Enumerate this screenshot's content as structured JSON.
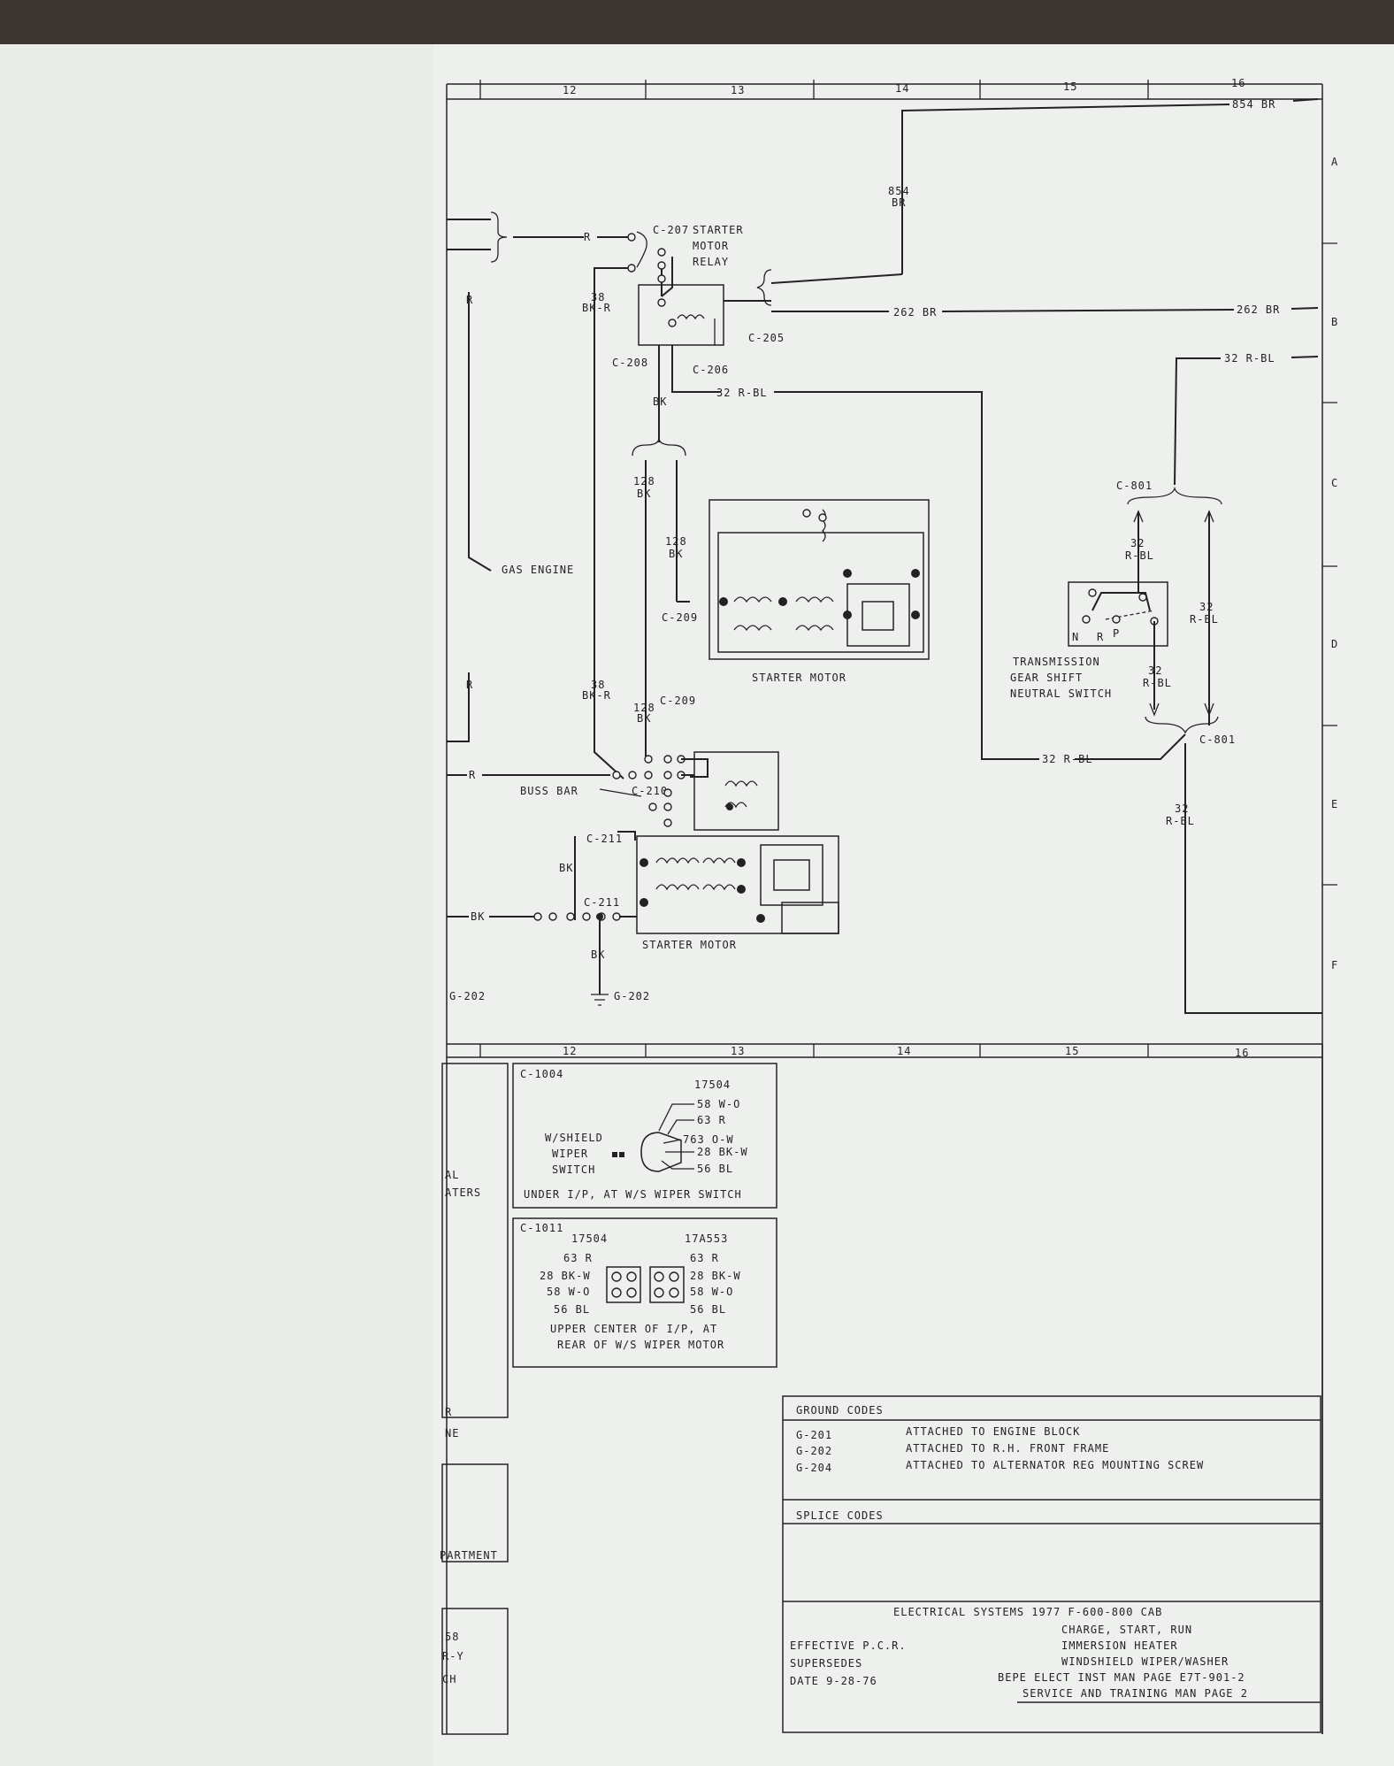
{
  "grid": {
    "top_columns": [
      "12",
      "13",
      "14",
      "15",
      "16"
    ],
    "rows": [
      "A",
      "B",
      "C",
      "D",
      "E",
      "F"
    ]
  },
  "wires": {
    "w854_top": "854 BR",
    "w854_v": "854",
    "w854_v2": "BR",
    "w262": "262 BR",
    "w262_right": "262 BR",
    "w32_right": "32 R-BL",
    "w32_mid": "32 R-BL",
    "w32_bottom": "32 R-BL",
    "w38a": "38",
    "w38a2": "BK-R",
    "w38b": "38",
    "w38b2": "BK-R",
    "w128a": "128",
    "w128a2": "BK",
    "w128b": "128",
    "w128b2": "BK",
    "w128c": "128",
    "w128c2": "BK",
    "bk1": "BK",
    "bk2": "BK",
    "bk3": "BK",
    "bk4": "BK",
    "r1": "R",
    "r2": "R",
    "r3": "R",
    "r4": "R",
    "w32a": "32",
    "w32a2": "R-BL",
    "w32b": "32",
    "w32b2": "R-BL",
    "w32c": "32",
    "w32c2": "R-BL",
    "w32d": "32",
    "w32d2": "R-BL"
  },
  "connectors": {
    "c207": "C-207",
    "c208": "C-208",
    "c206": "C-206",
    "c205": "C-205",
    "c209a": "C-209",
    "c209b": "C-209",
    "c210": "C-210",
    "c211a": "C-211",
    "c211b": "C-211",
    "c801a": "C-801",
    "c801b": "C-801",
    "g202a": "G-202",
    "g202b": "G-202"
  },
  "components": {
    "relay": [
      "STARTER",
      "MOTOR",
      "RELAY"
    ],
    "starter_motor_1": "STARTER MOTOR",
    "starter_motor_2": "STARTER MOTOR",
    "gas_engine": "GAS ENGINE",
    "buss_bar": "BUSS BAR",
    "transmission": [
      "TRANSMISSION",
      "GEAR SHIFT",
      "NEUTRAL SWITCH"
    ],
    "npr": [
      "N",
      "R",
      "P"
    ]
  },
  "connector_views": {
    "c1004": {
      "id": "C-1004",
      "part": "17504",
      "pins": [
        "58 W-O",
        "63 R",
        "763 O-W",
        "28 BK-W",
        "56 BL"
      ],
      "device": [
        "W/SHIELD",
        "WIPER",
        "SWITCH"
      ],
      "location": "UNDER I/P, AT W/S WIPER SWITCH"
    },
    "c1011": {
      "id": "C-1011",
      "part_left": "17504",
      "part_right": "17A553",
      "pins_left": [
        "63 R",
        "28 BK-W",
        "58 W-O",
        "56 BL"
      ],
      "pins_right": [
        "63 R",
        "28 BK-W",
        "58 W-O",
        "56 BL"
      ],
      "location": [
        "UPPER CENTER OF I/P, AT",
        "REAR OF W/S WIPER MOTOR"
      ]
    }
  },
  "left_fragments": [
    "AL",
    "ATERS",
    "R",
    "NE",
    "PARTMENT",
    "58",
    "R-Y",
    "CH",
    "G-202"
  ],
  "ground_codes": {
    "title": "GROUND CODES",
    "rows": [
      {
        "code": "G-201",
        "desc": "ATTACHED TO ENGINE BLOCK"
      },
      {
        "code": "G-202",
        "desc": "ATTACHED TO R.H. FRONT FRAME"
      },
      {
        "code": "G-204",
        "desc": "ATTACHED TO ALTERNATOR REG MOUNTING SCREW"
      }
    ]
  },
  "splice_codes": {
    "title": "SPLICE CODES"
  },
  "title_block": {
    "main": "ELECTRICAL SYSTEMS 1977 F-600-800 CAB",
    "lines": [
      "CHARGE, START, RUN",
      "IMMERSION HEATER",
      "WINDSHIELD WIPER/WASHER"
    ],
    "effective": "EFFECTIVE P.C.R.",
    "supersedes": "SUPERSEDES",
    "date": "DATE 9-28-76",
    "bepe": "BEPE ELECT INST MAN PAGE E7T-901-2",
    "service": "SERVICE AND TRAINING MAN PAGE 2"
  },
  "colors": {
    "paper": "#eef0ee",
    "ink": "#222222",
    "background": "#3b3530"
  }
}
